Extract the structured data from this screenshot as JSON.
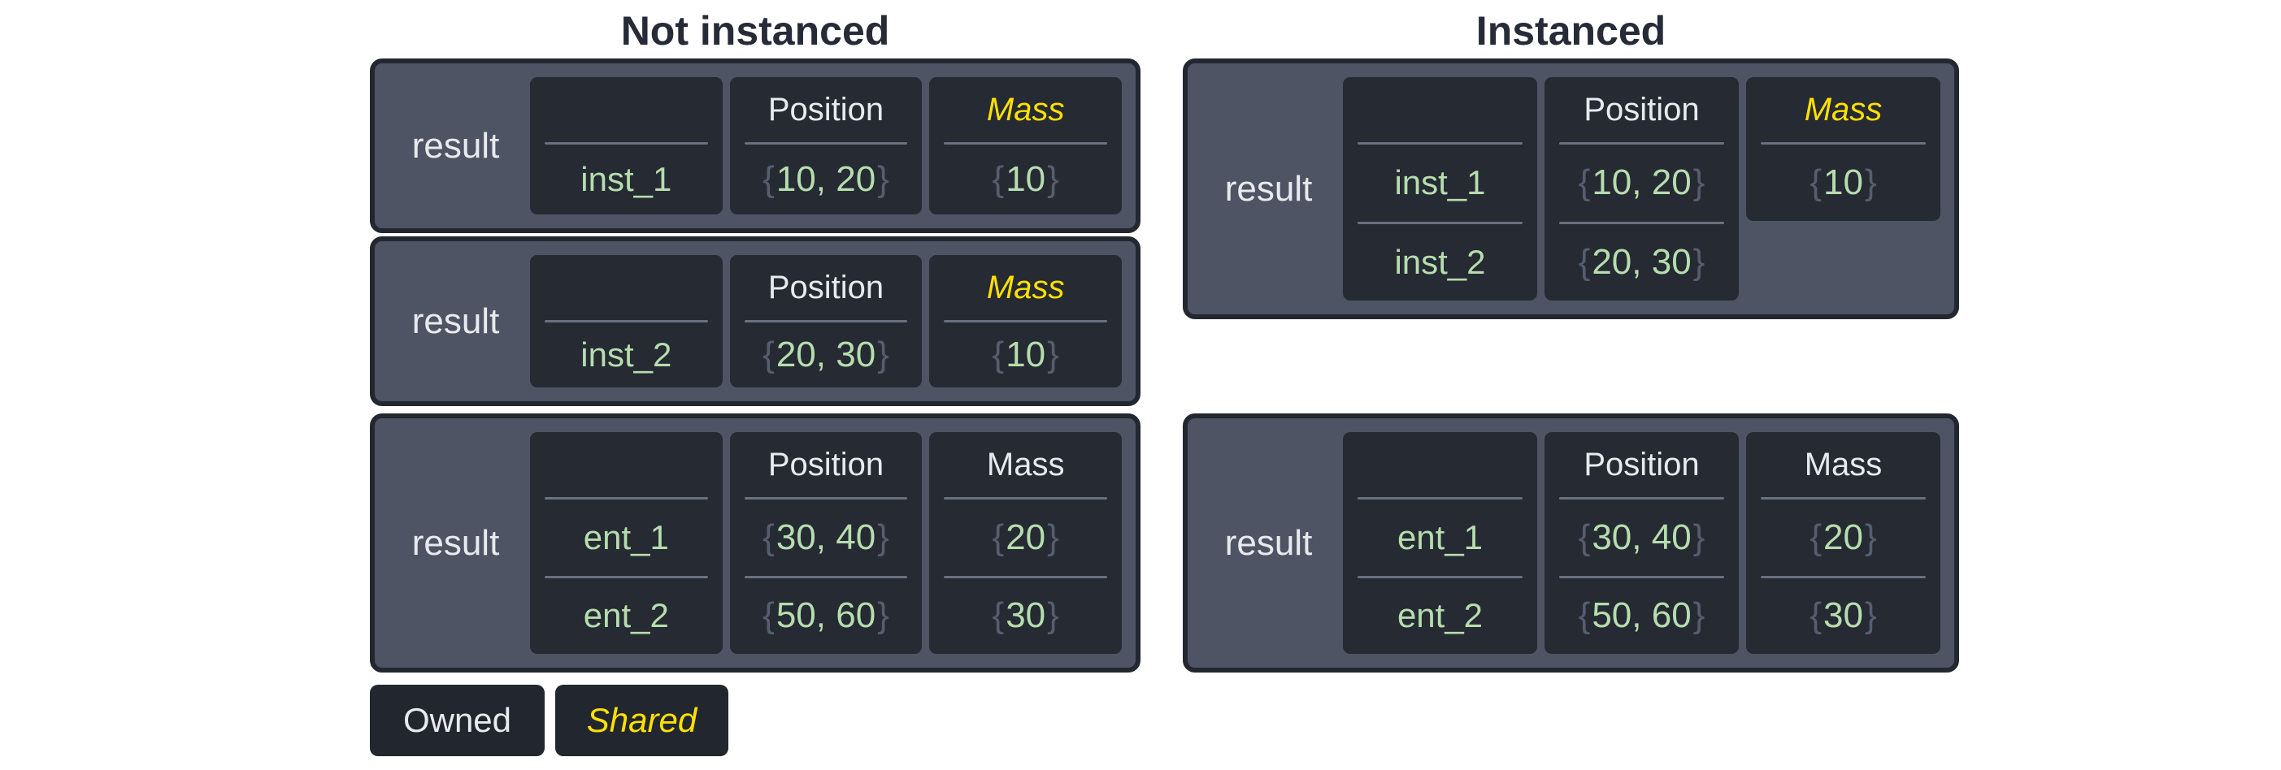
{
  "titles": {
    "left": "Not instanced",
    "right": "Instanced"
  },
  "syntax": {
    "open_brace": "{",
    "close_brace": "}"
  },
  "legend": {
    "owned": "Owned",
    "shared": "Shared"
  },
  "colors": {
    "background": "#ffffff",
    "title_text": "#262b37",
    "box_fill": "#4e5464",
    "box_border": "#232730",
    "cell_fill": "#252a33",
    "header_text": "#e8eaee",
    "shared_accent": "#ffe000",
    "value_green": "#b6ddad",
    "brace_gray": "#565d6e",
    "divider_gray": "#6a7080"
  },
  "boxes": {
    "left": [
      {
        "label": "result",
        "columns": [
          {
            "header": "",
            "values": [
              "inst_1"
            ]
          },
          {
            "header": "Position",
            "values": [
              "10, 20"
            ]
          },
          {
            "header": "Mass",
            "shared": true,
            "values": [
              "10"
            ]
          }
        ]
      },
      {
        "label": "result",
        "columns": [
          {
            "header": "",
            "values": [
              "inst_2"
            ]
          },
          {
            "header": "Position",
            "values": [
              "20, 30"
            ]
          },
          {
            "header": "Mass",
            "shared": true,
            "values": [
              "10"
            ]
          }
        ]
      },
      {
        "label": "result",
        "columns": [
          {
            "header": "",
            "values": [
              "ent_1",
              "ent_2"
            ]
          },
          {
            "header": "Position",
            "values": [
              "30, 40",
              "50, 60"
            ]
          },
          {
            "header": "Mass",
            "shared": false,
            "values": [
              "20",
              "30"
            ]
          }
        ]
      }
    ],
    "right": [
      {
        "label": "result",
        "columns": [
          {
            "header": "",
            "values": [
              "inst_1",
              "inst_2"
            ]
          },
          {
            "header": "Position",
            "values": [
              "10, 20",
              "20, 30"
            ]
          },
          {
            "header": "Mass",
            "shared": true,
            "values": [
              "10"
            ]
          }
        ]
      },
      {
        "label": "result",
        "columns": [
          {
            "header": "",
            "values": [
              "ent_1",
              "ent_2"
            ]
          },
          {
            "header": "Position",
            "values": [
              "30, 40",
              "50, 60"
            ]
          },
          {
            "header": "Mass",
            "shared": false,
            "values": [
              "20",
              "30"
            ]
          }
        ]
      }
    ]
  }
}
